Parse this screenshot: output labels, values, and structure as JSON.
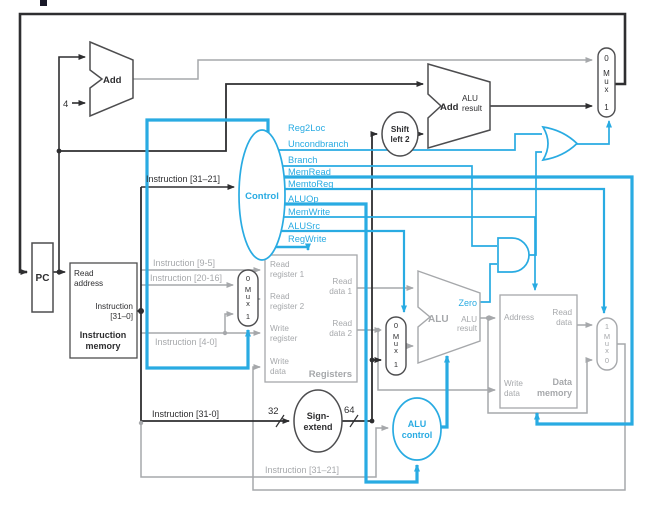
{
  "colors": {
    "control_blue": "#29abe2",
    "wire_gray": "#a6a8ab",
    "wire_black": "#2e2e30"
  },
  "pc": {
    "label": "PC"
  },
  "instruction_memory": {
    "port_line1": "Read",
    "port_line2": "address",
    "out_line1": "Instruction",
    "out_line2": "[31–0]",
    "name_line1": "Instruction",
    "name_line2": "memory"
  },
  "adders": {
    "add_pc": {
      "label": "Add",
      "input": "4"
    },
    "add_branch": {
      "label": "Add",
      "result_line1": "ALU",
      "result_line2": "result"
    }
  },
  "control": {
    "label": "Control",
    "signals": [
      "Reg2Loc",
      "Uncondbranch",
      "Branch",
      "MemRead",
      "MemtoReg",
      "ALUOp",
      "MemWrite",
      "ALUSrc",
      "RegWrite"
    ]
  },
  "shift_left_2": {
    "line1": "Shift",
    "line2": "left 2"
  },
  "sign_extend": {
    "line1": "Sign-",
    "line2": "extend",
    "in_width": "32",
    "out_width": "64"
  },
  "alu_control": {
    "line1": "ALU",
    "line2": "control"
  },
  "alu": {
    "label": "ALU",
    "zero": "Zero",
    "result_line1": "ALU",
    "result_line2": "result"
  },
  "registers": {
    "name": "Registers",
    "read_reg1_l1": "Read",
    "read_reg1_l2": "register 1",
    "read_reg2_l1": "Read",
    "read_reg2_l2": "register 2",
    "write_reg_l1": "Write",
    "write_reg_l2": "register",
    "write_data_l1": "Write",
    "write_data_l2": "data",
    "read_data1_l1": "Read",
    "read_data1_l2": "data 1",
    "read_data2_l1": "Read",
    "read_data2_l2": "data 2"
  },
  "data_memory": {
    "name_l1": "Data",
    "name_l2": "memory",
    "address": "Address",
    "read_data_l1": "Read",
    "read_data_l2": "data",
    "write_data_l1": "Write",
    "write_data_l2": "data"
  },
  "mux": {
    "zero": "0",
    "one": "1",
    "m": "M",
    "u": "u",
    "x": "x"
  },
  "instruction_labels": {
    "to_control": "Instruction [31–21]",
    "bits_9_5": "Instruction [9-5]",
    "bits_20_16": "Instruction [20-16]",
    "bits_4_0": "Instruction [4-0]",
    "bits_31_0": "Instruction [31-0]",
    "to_alu_control": "Instruction [31–21]"
  }
}
